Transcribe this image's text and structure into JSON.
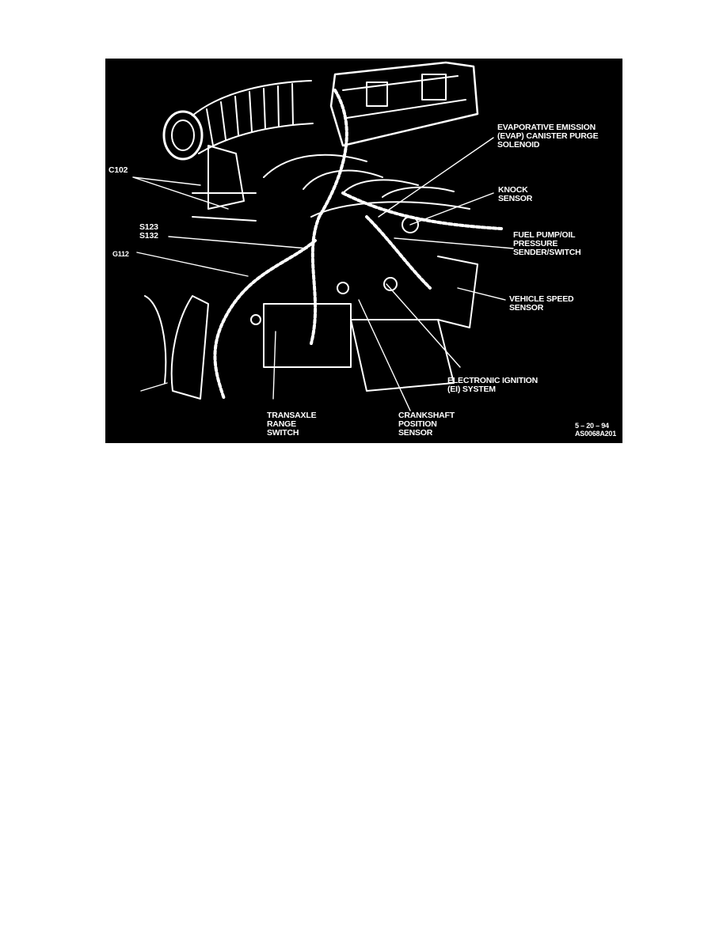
{
  "diagram": {
    "colors": {
      "background": "#000000",
      "ink": "#ffffff",
      "page": "#ffffff"
    },
    "labels": {
      "evap": [
        "EVAPORATIVE EMISSION",
        "(EVAP) CANISTER PURGE",
        "SOLENOID"
      ],
      "c102": "C102",
      "knock": [
        "KNOCK",
        "SENSOR"
      ],
      "s123": [
        "S123",
        "S132"
      ],
      "fuel": [
        "FUEL PUMP/OIL",
        "PRESSURE",
        "SENDER/SWITCH"
      ],
      "g112": "G112",
      "vss": [
        "VEHICLE SPEED",
        "SENSOR"
      ],
      "ei": [
        "ELECTRONIC IGNITION",
        "(EI) SYSTEM"
      ],
      "transaxle": [
        "TRANSAXLE",
        "RANGE",
        "SWITCH"
      ],
      "crank": [
        "CRANKSHAFT",
        "POSITION",
        "SENSOR"
      ]
    },
    "date": "5 – 20 – 94",
    "code": "AS0068A201"
  }
}
